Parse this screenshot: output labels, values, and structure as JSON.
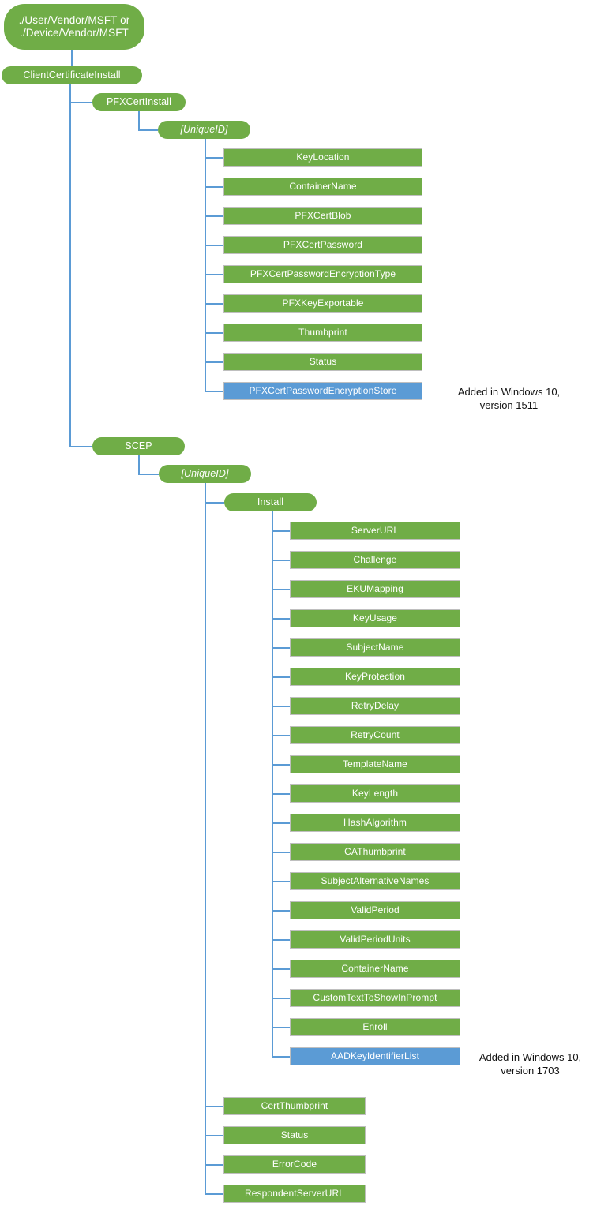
{
  "diagram": {
    "title": "ClientCertificateInstall CSP node tree",
    "colors": {
      "node_green": "#70AD47",
      "node_blue": "#5B9BD5",
      "connector": "#5B9BD5",
      "node_border": "#BFBFBF",
      "node_text": "#FFFFFF",
      "annotation_text": "#111111",
      "background": "#FFFFFF"
    },
    "root": {
      "label": "./User/Vendor/MSFT or\n./Device/Vendor/MSFT"
    },
    "level1": {
      "label": "ClientCertificateInstall"
    },
    "branches": [
      {
        "label": "PFXCertInstall",
        "unique_id_label": "[UniqueID]",
        "children": [
          {
            "label": "KeyLocation",
            "style": "green"
          },
          {
            "label": "ContainerName",
            "style": "green"
          },
          {
            "label": "PFXCertBlob",
            "style": "green"
          },
          {
            "label": "PFXCertPassword",
            "style": "green"
          },
          {
            "label": "PFXCertPasswordEncryptionType",
            "style": "green"
          },
          {
            "label": "PFXKeyExportable",
            "style": "green"
          },
          {
            "label": "Thumbprint",
            "style": "green"
          },
          {
            "label": "Status",
            "style": "green"
          },
          {
            "label": "PFXCertPasswordEncryptionStore",
            "style": "blue",
            "annotation": "Added in Windows 10,\nversion 1511"
          }
        ]
      },
      {
        "label": "SCEP",
        "unique_id_label": "[UniqueID]",
        "install_label": "Install",
        "install_children": [
          {
            "label": "ServerURL",
            "style": "green"
          },
          {
            "label": "Challenge",
            "style": "green"
          },
          {
            "label": "EKUMapping",
            "style": "green"
          },
          {
            "label": "KeyUsage",
            "style": "green"
          },
          {
            "label": "SubjectName",
            "style": "green"
          },
          {
            "label": "KeyProtection",
            "style": "green"
          },
          {
            "label": "RetryDelay",
            "style": "green"
          },
          {
            "label": "RetryCount",
            "style": "green"
          },
          {
            "label": "TemplateName",
            "style": "green"
          },
          {
            "label": "KeyLength",
            "style": "green"
          },
          {
            "label": "HashAlgorithm",
            "style": "green"
          },
          {
            "label": "CAThumbprint",
            "style": "green"
          },
          {
            "label": "SubjectAlternativeNames",
            "style": "green"
          },
          {
            "label": "ValidPeriod",
            "style": "green"
          },
          {
            "label": "ValidPeriodUnits",
            "style": "green"
          },
          {
            "label": "ContainerName",
            "style": "green"
          },
          {
            "label": "CustomTextToShowInPrompt",
            "style": "green"
          },
          {
            "label": "Enroll",
            "style": "green"
          },
          {
            "label": "AADKeyIdentifierList",
            "style": "blue",
            "annotation": "Added in Windows 10,\nversion 1703"
          }
        ],
        "unique_id_children": [
          {
            "label": "CertThumbprint",
            "style": "green"
          },
          {
            "label": "Status",
            "style": "green"
          },
          {
            "label": "ErrorCode",
            "style": "green"
          },
          {
            "label": "RespondentServerURL",
            "style": "green"
          }
        ]
      }
    ],
    "annotations": [
      {
        "text": "Added in Windows 10,\nversion 1511"
      },
      {
        "text": "Added in Windows 10,\nversion 1703"
      }
    ]
  }
}
